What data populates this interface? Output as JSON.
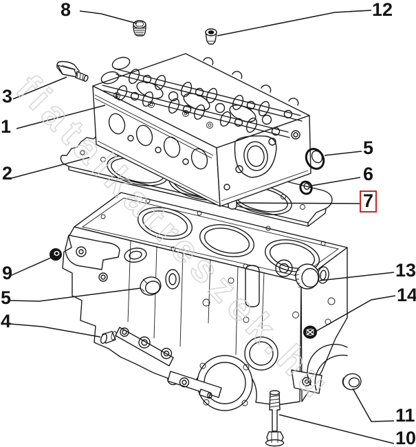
{
  "diagram": {
    "watermark": "fiatalkatreszek.hu",
    "highlight_color": "#c92525",
    "line_color": "#1a1a1a",
    "callouts": [
      {
        "number": "8",
        "part": "threaded-taper-plug",
        "highlighted": false
      },
      {
        "number": "12",
        "part": "cap-plug",
        "highlighted": false
      },
      {
        "number": "3",
        "part": "threaded-dowel-plug",
        "highlighted": false
      },
      {
        "number": "1",
        "part": "cylinder-head",
        "highlighted": false
      },
      {
        "number": "2",
        "part": "head-gasket",
        "highlighted": false
      },
      {
        "number": "5",
        "part": "seal-ring",
        "highlighted": false
      },
      {
        "number": "6",
        "part": "small-seal-ring",
        "highlighted": false
      },
      {
        "number": "7",
        "part": "locating-dowel",
        "highlighted": true
      },
      {
        "number": "9",
        "part": "cup-plug-small",
        "highlighted": false
      },
      {
        "number": "5",
        "part": "camshaft-bushing",
        "highlighted": false
      },
      {
        "number": "4",
        "part": "dowel-pin",
        "highlighted": false
      },
      {
        "number": "13",
        "part": "core-plug-large",
        "highlighted": false
      },
      {
        "number": "14",
        "part": "plug-nut",
        "highlighted": false
      },
      {
        "number": "11",
        "part": "bushing",
        "highlighted": false
      },
      {
        "number": "10",
        "part": "flanged-bolt",
        "highlighted": false
      }
    ]
  }
}
